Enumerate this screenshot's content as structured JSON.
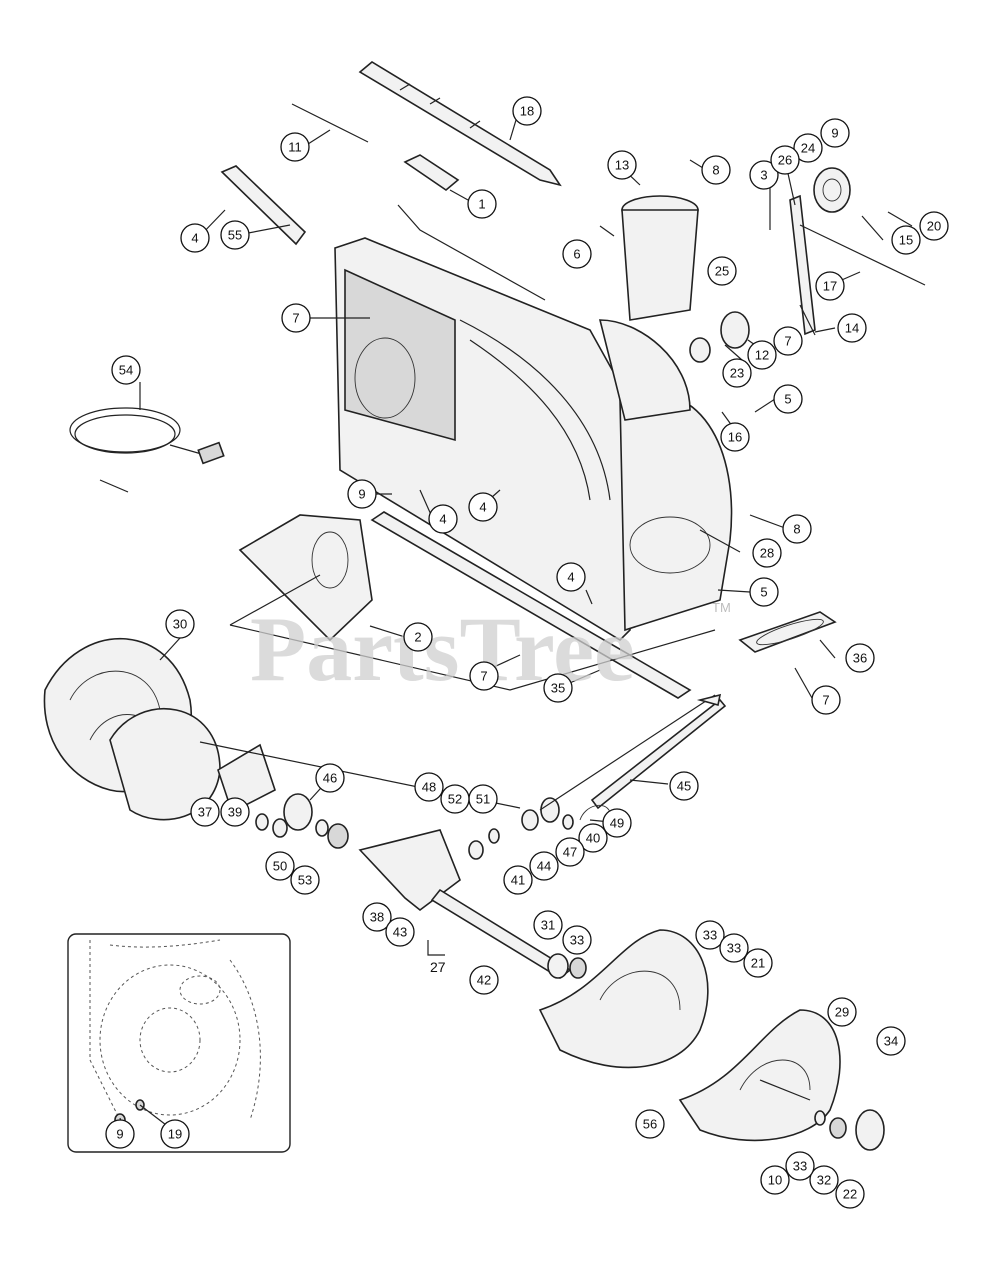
{
  "watermark": {
    "text": "PartsTree",
    "trademark": "TM"
  },
  "callouts": [
    {
      "id": "c1",
      "label": "1"
    },
    {
      "id": "c2",
      "label": "2"
    },
    {
      "id": "c3",
      "label": "3"
    },
    {
      "id": "c4a",
      "label": "4"
    },
    {
      "id": "c4b",
      "label": "4"
    },
    {
      "id": "c4c",
      "label": "4"
    },
    {
      "id": "c4d",
      "label": "4"
    },
    {
      "id": "c5a",
      "label": "5"
    },
    {
      "id": "c5b",
      "label": "5"
    },
    {
      "id": "c6",
      "label": "6"
    },
    {
      "id": "c7a",
      "label": "7"
    },
    {
      "id": "c7b",
      "label": "7"
    },
    {
      "id": "c7c",
      "label": "7"
    },
    {
      "id": "c7d",
      "label": "7"
    },
    {
      "id": "c8a",
      "label": "8"
    },
    {
      "id": "c8b",
      "label": "8"
    },
    {
      "id": "c9a",
      "label": "9"
    },
    {
      "id": "c9b",
      "label": "9"
    },
    {
      "id": "c9c",
      "label": "9"
    },
    {
      "id": "c10",
      "label": "10"
    },
    {
      "id": "c11",
      "label": "11"
    },
    {
      "id": "c12",
      "label": "12"
    },
    {
      "id": "c13",
      "label": "13"
    },
    {
      "id": "c14",
      "label": "14"
    },
    {
      "id": "c15",
      "label": "15"
    },
    {
      "id": "c16",
      "label": "16"
    },
    {
      "id": "c17",
      "label": "17"
    },
    {
      "id": "c18",
      "label": "18"
    },
    {
      "id": "c19",
      "label": "19"
    },
    {
      "id": "c20",
      "label": "20"
    },
    {
      "id": "c21",
      "label": "21"
    },
    {
      "id": "c22",
      "label": "22"
    },
    {
      "id": "c23",
      "label": "23"
    },
    {
      "id": "c24",
      "label": "24"
    },
    {
      "id": "c25",
      "label": "25"
    },
    {
      "id": "c26",
      "label": "26"
    },
    {
      "id": "c28",
      "label": "28"
    },
    {
      "id": "c29",
      "label": "29"
    },
    {
      "id": "c30",
      "label": "30"
    },
    {
      "id": "c31",
      "label": "31"
    },
    {
      "id": "c32",
      "label": "32"
    },
    {
      "id": "c33a",
      "label": "33"
    },
    {
      "id": "c33b",
      "label": "33"
    },
    {
      "id": "c33c",
      "label": "33"
    },
    {
      "id": "c33d",
      "label": "33"
    },
    {
      "id": "c34",
      "label": "34"
    },
    {
      "id": "c35",
      "label": "35"
    },
    {
      "id": "c36",
      "label": "36"
    },
    {
      "id": "c37",
      "label": "37"
    },
    {
      "id": "c38",
      "label": "38"
    },
    {
      "id": "c39",
      "label": "39"
    },
    {
      "id": "c40",
      "label": "40"
    },
    {
      "id": "c41",
      "label": "41"
    },
    {
      "id": "c42",
      "label": "42"
    },
    {
      "id": "c43",
      "label": "43"
    },
    {
      "id": "c44",
      "label": "44"
    },
    {
      "id": "c45",
      "label": "45"
    },
    {
      "id": "c46",
      "label": "46"
    },
    {
      "id": "c47",
      "label": "47"
    },
    {
      "id": "c48",
      "label": "48"
    },
    {
      "id": "c49",
      "label": "49"
    },
    {
      "id": "c50",
      "label": "50"
    },
    {
      "id": "c51",
      "label": "51"
    },
    {
      "id": "c52",
      "label": "52"
    },
    {
      "id": "c53",
      "label": "53"
    },
    {
      "id": "c54",
      "label": "54"
    },
    {
      "id": "c55",
      "label": "55"
    },
    {
      "id": "c56",
      "label": "56"
    }
  ],
  "plain_labels": {
    "part27": "27"
  }
}
